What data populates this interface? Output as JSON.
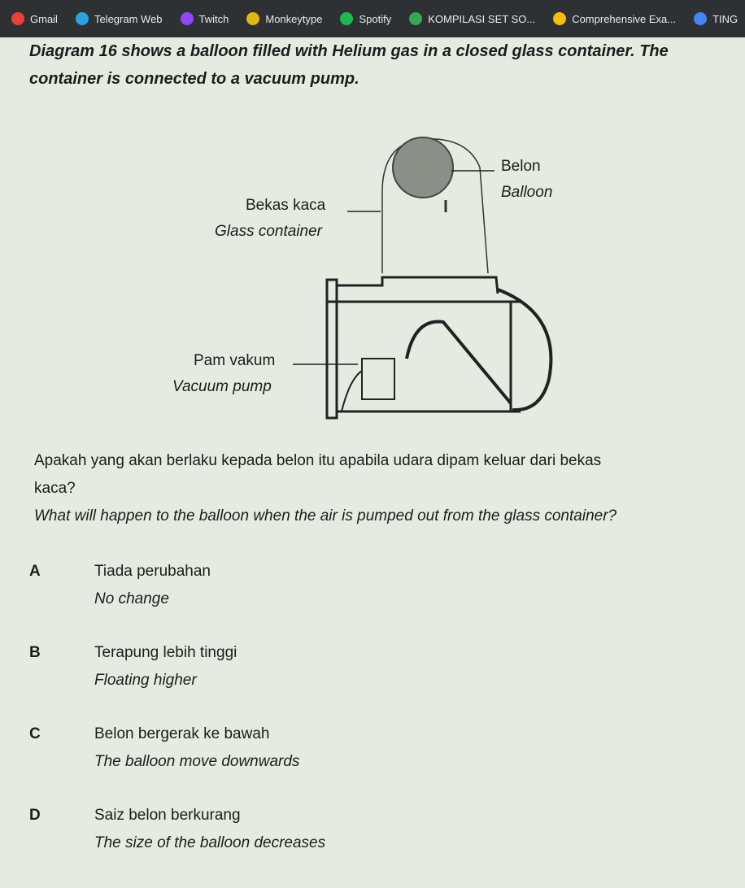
{
  "bookmarks": [
    {
      "label": "Gmail",
      "icon": "gmail-icon",
      "color": "#ea4335"
    },
    {
      "label": "Telegram Web",
      "icon": "telegram-icon",
      "color": "#2aa3e0"
    },
    {
      "label": "Twitch",
      "icon": "twitch-icon",
      "color": "#9146ff"
    },
    {
      "label": "Monkeytype",
      "icon": "monkeytype-icon",
      "color": "#e2b714"
    },
    {
      "label": "Spotify",
      "icon": "spotify-icon",
      "color": "#1db954"
    },
    {
      "label": "KOMPILASI SET SO...",
      "icon": "google-drive-icon",
      "color": "#34a853"
    },
    {
      "label": "Comprehensive Exa...",
      "icon": "google-drive-icon",
      "color": "#fbbc04"
    },
    {
      "label": "TING",
      "icon": "google-drive-icon",
      "color": "#4285f4"
    }
  ],
  "intro": {
    "line1": "Diagram 16 shows a balloon filled with Helium gas in a closed glass container. The",
    "line2": "container is connected to a vacuum pump."
  },
  "diagram": {
    "balloon_ms": "Belon",
    "balloon_en": "Balloon",
    "glass_ms": "Bekas kaca",
    "glass_en": "Glass container",
    "pump_ms": "Pam vakum",
    "pump_en": "Vacuum pump"
  },
  "question": {
    "ms_line1": "Apakah yang akan berlaku kepada belon itu apabila udara dipam keluar dari bekas",
    "ms_line2": "kaca?",
    "en": "What will happen to the balloon when the air is pumped out from the glass container?"
  },
  "options": [
    {
      "letter": "A",
      "ms": "Tiada perubahan",
      "en": "No change"
    },
    {
      "letter": "B",
      "ms": "Terapung lebih tinggi",
      "en": "Floating higher"
    },
    {
      "letter": "C",
      "ms": "Belon bergerak ke bawah",
      "en": "The balloon move downwards"
    },
    {
      "letter": "D",
      "ms": "Saiz belon berkurang",
      "en": "The size of the balloon decreases"
    }
  ]
}
